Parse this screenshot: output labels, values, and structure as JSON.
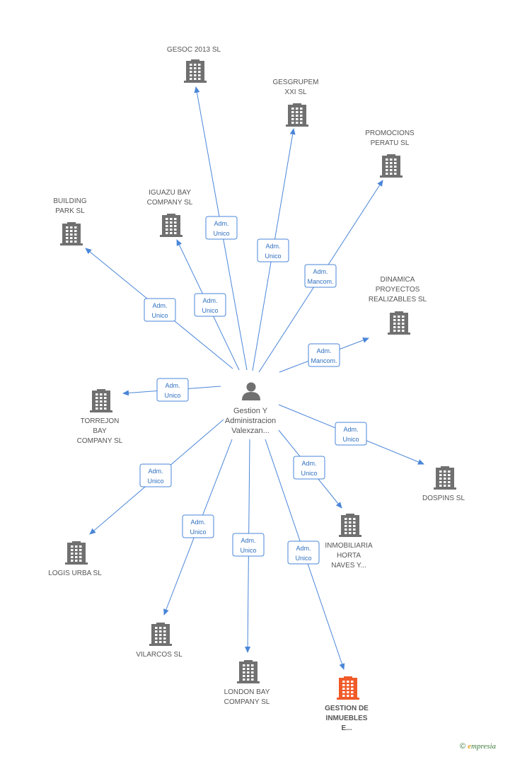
{
  "colors": {
    "edge": "#4a86d8",
    "building": "#707070",
    "highlight": "#f05a28",
    "edge_box_border": "#4a86d8",
    "edge_text": "#2f6fbf"
  },
  "icons": {
    "person": "person-icon",
    "company": "building-icon"
  },
  "center": {
    "label": [
      "Gestion Y",
      "Administracion",
      "Valexzan..."
    ]
  },
  "companies": [
    {
      "id": "gesoc",
      "label": [
        "GESOC 2013 SL"
      ]
    },
    {
      "id": "gesgrupem",
      "label": [
        "GESGRUPEM",
        "XXI SL"
      ]
    },
    {
      "id": "promocions",
      "label": [
        "PROMOCIONS",
        "PERATU SL"
      ]
    },
    {
      "id": "building_park",
      "label": [
        "BUILDING",
        "PARK SL"
      ]
    },
    {
      "id": "iguazu",
      "label": [
        "IGUAZU BAY",
        "COMPANY SL"
      ]
    },
    {
      "id": "dinamica",
      "label": [
        "DINAMICA",
        "PROYECTOS",
        "REALIZABLES SL"
      ]
    },
    {
      "id": "torrejon",
      "label": [
        "TORREJON",
        "BAY",
        "COMPANY SL"
      ]
    },
    {
      "id": "dospins",
      "label": [
        "DOSPINS SL"
      ]
    },
    {
      "id": "inmobiliaria",
      "label": [
        "INMOBILIARIA",
        "HORTA",
        "NAVES Y..."
      ]
    },
    {
      "id": "logis",
      "label": [
        "LOGIS URBA SL"
      ]
    },
    {
      "id": "vilarcos",
      "label": [
        "VILARCOS SL"
      ]
    },
    {
      "id": "london",
      "label": [
        "LONDON BAY",
        "COMPANY SL"
      ]
    },
    {
      "id": "gestion_inmuebles",
      "label": [
        "GESTION DE",
        "INMUEBLES",
        "E..."
      ],
      "highlight": true
    }
  ],
  "edges": [
    {
      "to": "gesoc",
      "label": [
        "Adm.",
        "Unico"
      ]
    },
    {
      "to": "gesgrupem",
      "label": [
        "Adm.",
        "Unico"
      ]
    },
    {
      "to": "promocions",
      "label": [
        "Adm.",
        "Mancom."
      ]
    },
    {
      "to": "building_park",
      "label": [
        "Adm.",
        "Unico"
      ]
    },
    {
      "to": "iguazu",
      "label": [
        "Adm.",
        "Unico"
      ]
    },
    {
      "to": "dinamica",
      "label": [
        "Adm.",
        "Mancom."
      ]
    },
    {
      "to": "torrejon",
      "label": [
        "Adm.",
        "Unico"
      ]
    },
    {
      "to": "dospins",
      "label": [
        "Adm.",
        "Unico"
      ]
    },
    {
      "to": "inmobiliaria",
      "label": [
        "Adm.",
        "Unico"
      ]
    },
    {
      "to": "logis",
      "label": [
        "Adm.",
        "Unico"
      ]
    },
    {
      "to": "vilarcos",
      "label": [
        "Adm.",
        "Unico"
      ]
    },
    {
      "to": "london",
      "label": [
        "Adm.",
        "Unico"
      ]
    },
    {
      "to": "gestion_inmuebles",
      "label": [
        "Adm.",
        "Unico"
      ]
    }
  ],
  "footer": {
    "copyright": "©",
    "brand_initial": "e",
    "brand_rest": "mpresia"
  }
}
